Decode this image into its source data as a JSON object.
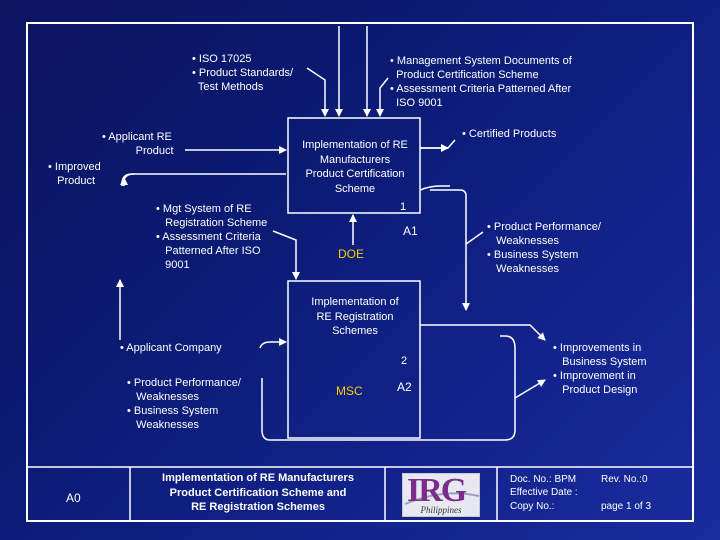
{
  "inputs": {
    "iso_17025": "• ISO 17025",
    "product_standards": "• Product Standards/\n  Test Methods",
    "mgmt_docs": "• Management System Documents of\n  Product Certification Scheme",
    "assessment_criteria": "• Assessment Criteria Patterned After\n  ISO 9001"
  },
  "left": {
    "applicant_re_product": "• Applicant RE\n           Product",
    "improved_product": "• Improved\n   Product",
    "mgt_system": "• Mgt System of RE\n   Registration Scheme\n• Assessment Criteria\n   Patterned After ISO\n   9001",
    "applicant_company": "• Applicant Company",
    "performance_weaknesses": "• Product Performance/\n   Weaknesses\n• Business System\n   Weaknesses"
  },
  "right": {
    "certified_products": "• Certified Products",
    "performance_weaknesses": "• Product Performance/\n   Weaknesses\n• Business System\n   Weaknesses",
    "improvements": "• Improvements in\n   Business System\n• Improvement in\n   Product Design"
  },
  "box1": {
    "title": "Implementation of RE\nManufacturers\nProduct Certification\nScheme",
    "number": "1",
    "mechanism": "DOE",
    "activity": "A1"
  },
  "box2": {
    "title": "Implementation of\nRE Registration\nSchemes",
    "number": "2",
    "mechanism": "MSC",
    "activity": "A2"
  },
  "footer": {
    "node": "A0",
    "title": "Implementation of RE Manufacturers\nProduct Certification Scheme and\nRE Registration Schemes",
    "logo_text": "IRG",
    "logo_sub": "Philippines",
    "doc_no": "Doc. No.: BPM",
    "effective_date": "Effective Date :",
    "copy_no": "Copy No.:",
    "rev_no": "Rev. No.:0",
    "page": "page 1 of 3"
  },
  "colors": {
    "background": "#0d1460",
    "line": "#ffffff",
    "mechanism": "#f5d000"
  }
}
